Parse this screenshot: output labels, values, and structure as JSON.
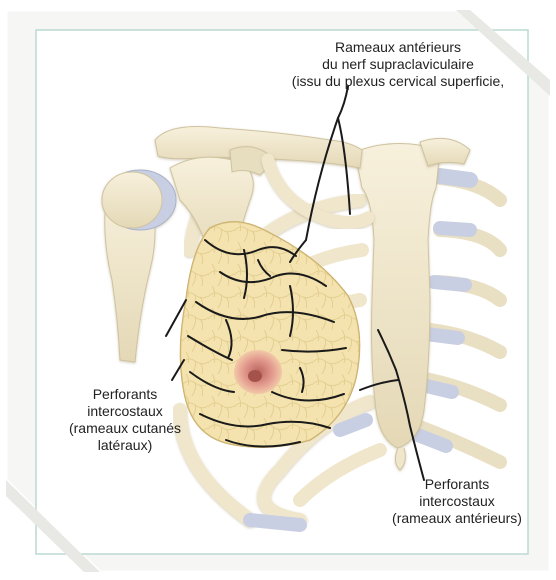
{
  "labels": {
    "top": [
      "Rameaux antérieurs",
      "du nerf supraclaviculaire",
      "(issu du plexus cervical superficie,"
    ],
    "left": [
      "Perforants",
      "intercostaux",
      "(rameaux cutanés",
      "latéraux)"
    ],
    "right": [
      "Perforants",
      "intercostaux",
      "(rameaux antérieurs)"
    ]
  },
  "colors": {
    "bone": "#efe6cc",
    "bone_shadow": "#cfc3a0",
    "cartilage": "#c9cfe2",
    "breast": "#f2dfa6",
    "nipple": "#d98a7f",
    "nerve": "#1a1a1a",
    "frame": "#bcd8d2"
  }
}
